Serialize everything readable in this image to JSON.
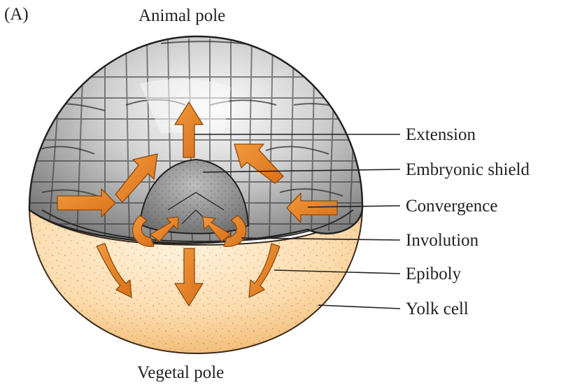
{
  "panel_label": "(A)",
  "animal_pole": "Animal pole",
  "vegetal_pole": "Vegetal pole",
  "labels": [
    {
      "id": "extension",
      "text": "Extension"
    },
    {
      "id": "embryonic-shield",
      "text": "Embryonic shield"
    },
    {
      "id": "convergence",
      "text": "Convergence"
    },
    {
      "id": "involution",
      "text": "Involution"
    },
    {
      "id": "epiboly",
      "text": "Epiboly"
    },
    {
      "id": "yolk-cell",
      "text": "Yolk cell"
    }
  ],
  "colors": {
    "yolk_light": "#fde7c4",
    "yolk_dark": "#f3b96c",
    "blastoderm_light": "#f4f4f4",
    "blastoderm_dark": "#7d7d7d",
    "arrow_orange": "#e87f1f",
    "arrow_dark": "#b85f12",
    "cell_outline": "#2b2b2b"
  }
}
